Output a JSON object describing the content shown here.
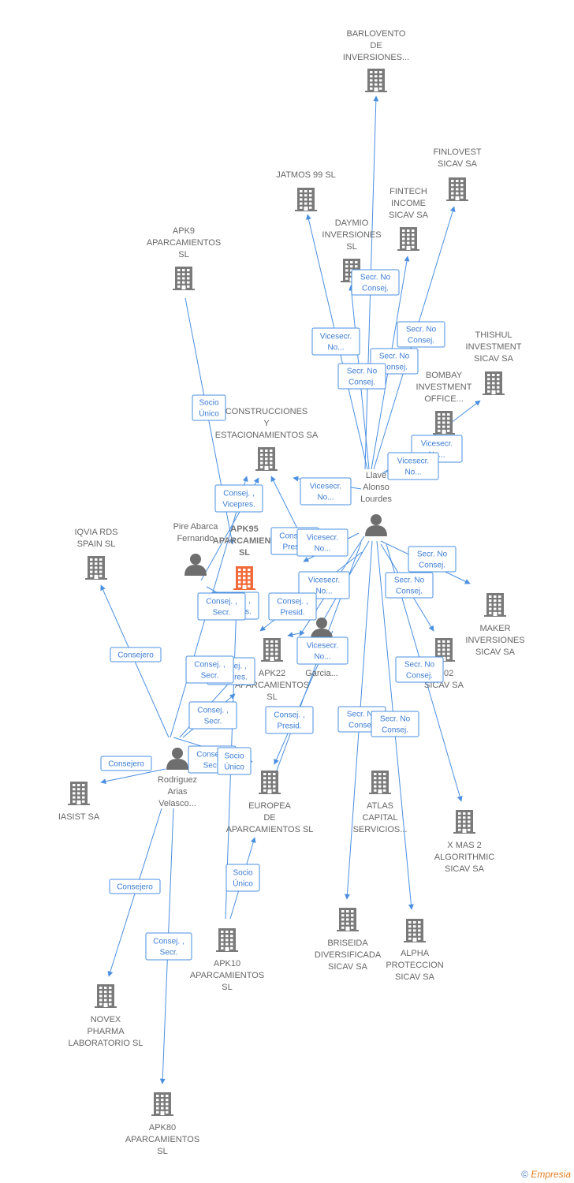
{
  "colors": {
    "edge": "#4a8fe0",
    "building": "#7a7a7a",
    "focus": "#f26b3a",
    "person": "#6e6e6e"
  },
  "footer": {
    "copyright": "©",
    "brand": "Empresia"
  },
  "nodes": [
    {
      "id": "barlovento",
      "type": "company",
      "lines": [
        "BARLOVENTO",
        "DE",
        "INVERSIONES..."
      ]
    },
    {
      "id": "finlovest",
      "type": "company",
      "lines": [
        "FINLOVEST",
        "SICAV SA"
      ]
    },
    {
      "id": "jatmos",
      "type": "company",
      "lines": [
        "JATMOS 99  SL"
      ]
    },
    {
      "id": "fintech",
      "type": "company",
      "lines": [
        "FINTECH",
        "INCOME",
        "SICAV SA"
      ]
    },
    {
      "id": "daymio",
      "type": "company",
      "lines": [
        "DAYMIO",
        "INVERSIONES",
        "SL"
      ]
    },
    {
      "id": "apk9",
      "type": "company",
      "lines": [
        "APK9",
        "APARCAMIENTOS",
        "SL"
      ]
    },
    {
      "id": "thishul",
      "type": "company",
      "lines": [
        "THISHUL",
        "INVESTMENT",
        "SICAV SA"
      ]
    },
    {
      "id": "bombay",
      "type": "company",
      "lines": [
        "BOMBAY",
        "INVESTMENT",
        "OFFICE..."
      ]
    },
    {
      "id": "construcciones",
      "type": "company",
      "lines": [
        "CONSTRUCCIONES",
        "Y",
        "ESTACIONAMIENTOS SA"
      ]
    },
    {
      "id": "llave",
      "type": "person",
      "lines": [
        "Llave",
        "Alonso",
        "Lourdes"
      ]
    },
    {
      "id": "pire",
      "type": "person",
      "lines": [
        "Pire Abarca",
        "Fernando"
      ]
    },
    {
      "id": "apk95",
      "type": "focus",
      "lines": [
        "APK95",
        "APARCAMIENT",
        "SL"
      ]
    },
    {
      "id": "iqvia",
      "type": "company",
      "lines": [
        "IQVIA RDS",
        "SPAIN  SL"
      ]
    },
    {
      "id": "maker",
      "type": "company",
      "lines": [
        "MAKER",
        "INVERSIONES",
        "SICAV SA"
      ]
    },
    {
      "id": "apk22",
      "type": "company",
      "lines": [
        "APK22",
        "APARCAMIENTOS",
        "SL"
      ]
    },
    {
      "id": "garcia",
      "type": "person",
      "lines": [
        "Garcia..."
      ]
    },
    {
      "id": "s2002",
      "type": "company",
      "lines": [
        "2002",
        "SICAV SA"
      ]
    },
    {
      "id": "rodriguez",
      "type": "person",
      "lines": [
        "Rodriguez",
        "Arias",
        "Velasco..."
      ]
    },
    {
      "id": "iasist",
      "type": "company",
      "lines": [
        "IASIST SA"
      ]
    },
    {
      "id": "europea",
      "type": "company",
      "lines": [
        "EUROPEA",
        "DE",
        "APARCAMIENTOS SL"
      ]
    },
    {
      "id": "atlas",
      "type": "company",
      "lines": [
        "ATLAS",
        "CAPITAL",
        "SERVICIOS..."
      ]
    },
    {
      "id": "xmas2",
      "type": "company",
      "lines": [
        "X MAS 2",
        "ALGORITHMIC",
        "SICAV SA"
      ]
    },
    {
      "id": "briseida",
      "type": "company",
      "lines": [
        "BRISEIDA",
        "DIVERSIFICADA",
        "SICAV SA"
      ]
    },
    {
      "id": "alpha",
      "type": "company",
      "lines": [
        "ALPHA",
        "PROTECCION",
        "SICAV SA"
      ]
    },
    {
      "id": "apk10",
      "type": "company",
      "lines": [
        "APK10",
        "APARCAMIENTOS",
        "SL"
      ]
    },
    {
      "id": "novex",
      "type": "company",
      "lines": [
        "NOVEX",
        "PHARMA",
        "LABORATORIO SL"
      ]
    },
    {
      "id": "apk80",
      "type": "company",
      "lines": [
        "APK80",
        "APARCAMIENTOS",
        "SL"
      ]
    }
  ],
  "relations": [
    {
      "id": "r1",
      "lines": [
        "Secr.  No",
        "Consej."
      ]
    },
    {
      "id": "r2",
      "lines": [
        "Secr.  No",
        "Consej."
      ]
    },
    {
      "id": "r3",
      "lines": [
        "Vicesecr.",
        "No..."
      ]
    },
    {
      "id": "r4",
      "lines": [
        "Secr.  No",
        "Consej."
      ]
    },
    {
      "id": "r5",
      "lines": [
        "Secr.  No",
        "Consej."
      ]
    },
    {
      "id": "r6",
      "lines": [
        "Socio",
        "Único"
      ]
    },
    {
      "id": "r7",
      "lines": [
        "Vicesecr.",
        "No..."
      ]
    },
    {
      "id": "r8",
      "lines": [
        "Vicesecr.",
        "No..."
      ]
    },
    {
      "id": "r9",
      "lines": [
        "Vicesecr.",
        "No..."
      ]
    },
    {
      "id": "r10",
      "lines": [
        "Consej. ,",
        "Vicepres."
      ]
    },
    {
      "id": "r11",
      "lines": [
        "Consej. ,",
        "Presid."
      ]
    },
    {
      "id": "r12",
      "lines": [
        "Vicesecr.",
        "No..."
      ]
    },
    {
      "id": "r13",
      "lines": [
        "Secr.  No",
        "Consej."
      ]
    },
    {
      "id": "r14",
      "lines": [
        "Vicesecr.",
        "No..."
      ]
    },
    {
      "id": "r15",
      "lines": [
        "Secr.  No",
        "Consej."
      ]
    },
    {
      "id": "r16",
      "lines": [
        "Consej. ,",
        "Vicepres."
      ]
    },
    {
      "id": "r17",
      "lines": [
        "Consej. ,",
        "Secr."
      ]
    },
    {
      "id": "r18",
      "lines": [
        "Consej. ,",
        "Presid."
      ]
    },
    {
      "id": "r19",
      "lines": [
        "Vicesecr.",
        "No..."
      ]
    },
    {
      "id": "r20",
      "lines": [
        "Consejero"
      ]
    },
    {
      "id": "r21",
      "lines": [
        "Consej. ,",
        "Vicepres."
      ]
    },
    {
      "id": "r22",
      "lines": [
        "Consej. ,",
        "Secr."
      ]
    },
    {
      "id": "r23",
      "lines": [
        "Secr.  No",
        "Consej."
      ]
    },
    {
      "id": "r24",
      "lines": [
        "Consej. ,",
        "Secr."
      ]
    },
    {
      "id": "r25",
      "lines": [
        "Consej. ,",
        "Presid."
      ]
    },
    {
      "id": "r26",
      "lines": [
        "Secr.  No",
        "Consej."
      ]
    },
    {
      "id": "r27",
      "lines": [
        "Secr.  No",
        "Consej."
      ]
    },
    {
      "id": "r28",
      "lines": [
        "Consejero"
      ]
    },
    {
      "id": "r29",
      "lines": [
        "Consej. ,",
        "Secr."
      ]
    },
    {
      "id": "r30",
      "lines": [
        "Socio",
        "Único"
      ]
    },
    {
      "id": "r31",
      "lines": [
        "Socio",
        "Único"
      ]
    },
    {
      "id": "r32",
      "lines": [
        "Consejero"
      ]
    },
    {
      "id": "r33",
      "lines": [
        "Consej. ,",
        "Secr."
      ]
    }
  ]
}
